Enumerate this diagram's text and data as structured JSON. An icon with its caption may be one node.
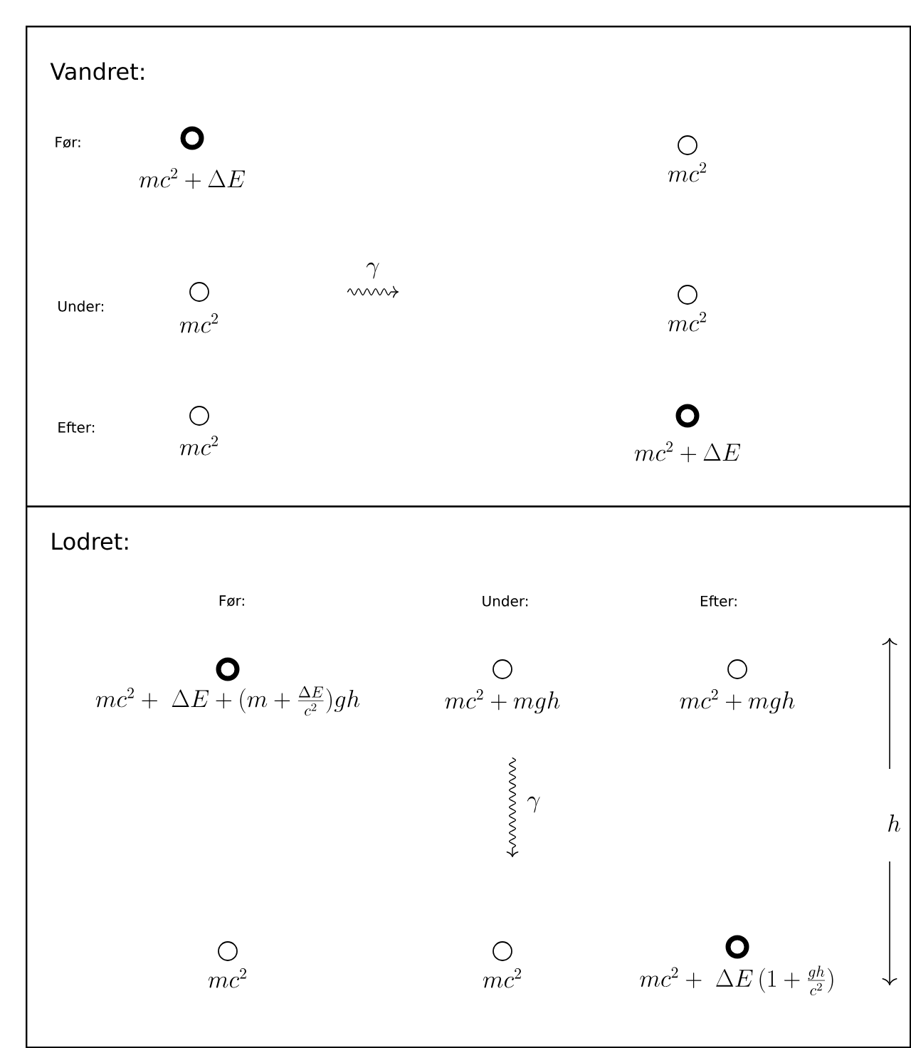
{
  "diagram": {
    "nodes": [
      {
        "text": [
          "Vandret:"
        ]
      },
      {
        "text": [
          "Lodret:"
        ]
      },
      {
        "text": [],
        "shape": "ring",
        "in": 0,
        "beside": [
          "mc^2+\\Delta E"
        ]
      },
      {
        "text": [],
        "shape": "circle",
        "in": 0,
        "beside": [
          "mc^2"
        ]
      },
      {
        "text": [],
        "shape": "circle",
        "in": 0,
        "beside": [
          "mc^2"
        ]
      },
      {
        "text": [],
        "shape": "circle",
        "in": 0,
        "beside": [
          "mc^2"
        ]
      },
      {
        "text": [],
        "shape": "circle",
        "in": 0,
        "beside": [
          "mc^2"
        ]
      },
      {
        "text": [],
        "shape": "ring",
        "in": 0,
        "beside": [
          "mc^2+\\Delta E"
        ]
      },
      {
        "text": [],
        "shape": "ring",
        "in": 1,
        "beside": [
          "mc^2+\\ \\Delta E+(m+\\frac{\\Delta E}{c^2})gh"
        ]
      },
      {
        "text": [],
        "shape": "circle",
        "in": 1,
        "beside": [
          "mc^2+mgh"
        ]
      },
      {
        "text": [],
        "shape": "circle",
        "in": 1,
        "beside": [
          "mc^2+mgh"
        ]
      },
      {
        "text": [],
        "shape": "circle",
        "in": 1,
        "beside": [
          "mc^2"
        ]
      },
      {
        "text": [],
        "shape": "circle",
        "in": 1,
        "beside": [
          "mc^2"
        ]
      },
      {
        "text": [],
        "shape": "ring",
        "in": 1,
        "beside": [
          "mc^2+\\ \\Delta E\\,(1+\\frac{gh}{c^2})"
        ]
      }
    ],
    "labels": [
      "Før:",
      "Under:",
      "\\gamma",
      "Efter:",
      "Før:",
      "Under:",
      "Efter:",
      "\\gamma",
      "h"
    ]
  }
}
